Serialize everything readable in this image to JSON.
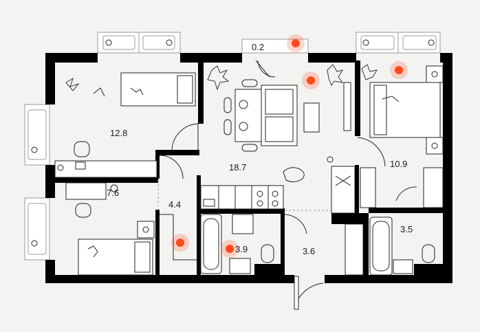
{
  "rooms": [
    {
      "id": "room-a",
      "area": "12.8"
    },
    {
      "id": "room-b",
      "area": "18.7"
    },
    {
      "id": "room-c",
      "area": "10.9"
    },
    {
      "id": "room-d",
      "area": "7.6"
    },
    {
      "id": "room-e",
      "area": "4.4"
    },
    {
      "id": "room-f",
      "area": "3.9"
    },
    {
      "id": "room-g",
      "area": "3.6"
    },
    {
      "id": "room-h",
      "area": "3.5"
    },
    {
      "id": "room-i",
      "area": "0.2"
    }
  ],
  "colors": {
    "wall": "#000000",
    "background": "#f3f3f1",
    "hotspot": "#ff4a1c"
  }
}
